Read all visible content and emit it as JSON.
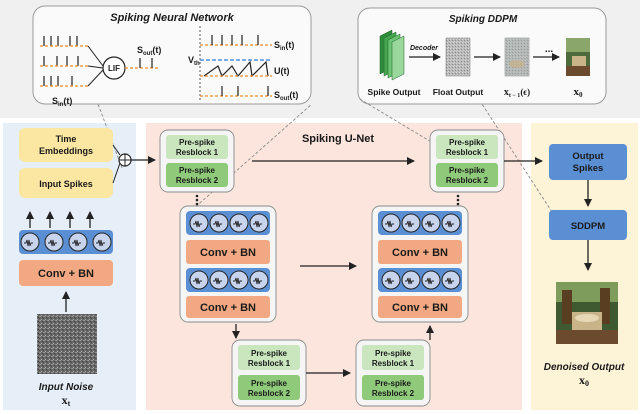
{
  "panels": {
    "snn_title": "Spiking Neural Network",
    "ddpm_title": "Spiking DDPM",
    "unet_title": "Spiking U-Net"
  },
  "snn": {
    "s_in": "S",
    "s_in_sub": "in",
    "s_in_suffix": "(t)",
    "s_out": "S",
    "s_out_sub": "out",
    "s_out_suffix": "(t)",
    "lif": "LIF",
    "v_th": "V",
    "v_th_sub": "th",
    "u_t": "U(t)"
  },
  "ddpm": {
    "decoder": "Decoder",
    "spike_output": "Spike Output",
    "float_output": "Float Output",
    "x_prev": "x",
    "x_prev_sub": "t − 1",
    "x_prev_suffix": "(ϵ)",
    "ellipsis": "...",
    "x0": "x",
    "x0_sub": "0"
  },
  "input": {
    "time_embeddings_1": "Time",
    "time_embeddings_2": "Embeddings",
    "input_spikes": "Input Spikes",
    "conv_bn": "Conv + BN",
    "noise_label_1": "Input Noise",
    "noise_label_2": "x",
    "noise_label_2_sub": "t"
  },
  "unet": {
    "pre_spike": "Pre-spike",
    "resblock_1": "Resblock 1",
    "resblock_2": "Resblock 2",
    "conv_bn": "Conv + BN"
  },
  "output": {
    "output_spikes_1": "Output",
    "output_spikes_2": "Spikes",
    "sddpm": "SDDPM",
    "denoised_1": "Denoised Output",
    "denoised_2": "x",
    "denoised_2_sub": "0"
  },
  "colors": {
    "yellow_box": "#fbe6a2",
    "orange_box": "#f2a983",
    "green_light": "#c9e6bf",
    "green_dark": "#8fca7a",
    "blue_box": "#5b8fd4",
    "neuron_fill": "#c8d4ee",
    "spike_orange": "#f28c28",
    "panel_grey": "#f0f0f0",
    "panel_blue": "#e6eef8",
    "panel_peach": "#fbe5dc",
    "panel_yellow": "#fdf3d6"
  }
}
